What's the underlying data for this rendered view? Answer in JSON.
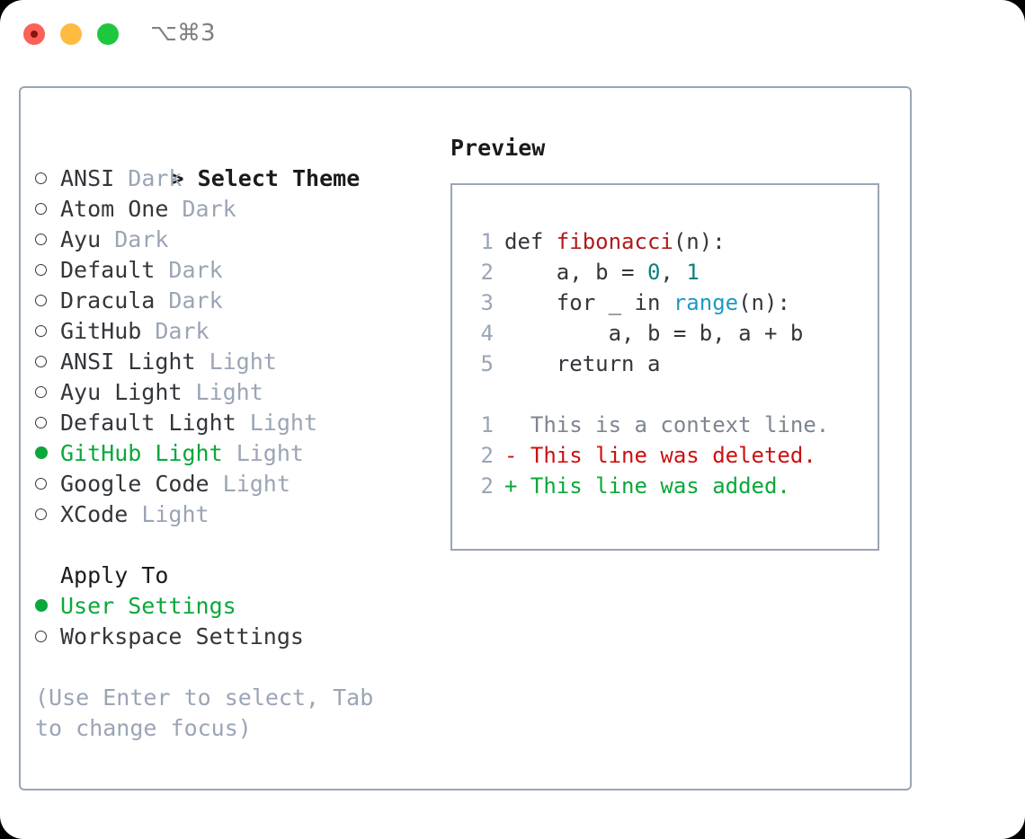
{
  "titlebar": {
    "shortcut": "⌥⌘3",
    "lights": [
      "close-red",
      "minimize-yellow",
      "zoom-green"
    ]
  },
  "theme_selector": {
    "header_prompt": ">",
    "header_label": "Select Theme",
    "items": [
      {
        "marker": "empty",
        "label": "ANSI",
        "variant": "Dark",
        "selected": false
      },
      {
        "marker": "empty",
        "label": "Atom One",
        "variant": "Dark",
        "selected": false
      },
      {
        "marker": "empty",
        "label": "Ayu",
        "variant": "Dark",
        "selected": false
      },
      {
        "marker": "empty",
        "label": "Default",
        "variant": "Dark",
        "selected": false
      },
      {
        "marker": "empty",
        "label": "Dracula",
        "variant": "Dark",
        "selected": false
      },
      {
        "marker": "empty",
        "label": "GitHub",
        "variant": "Dark",
        "selected": false
      },
      {
        "marker": "empty",
        "label": "ANSI Light",
        "variant": "Light",
        "selected": false
      },
      {
        "marker": "empty",
        "label": "Ayu Light",
        "variant": "Light",
        "selected": false
      },
      {
        "marker": "empty",
        "label": "Default Light",
        "variant": "Light",
        "selected": false
      },
      {
        "marker": "full",
        "label": "GitHub Light",
        "variant": "Light",
        "selected": true
      },
      {
        "marker": "empty",
        "label": "Google Code",
        "variant": "Light",
        "selected": false
      },
      {
        "marker": "empty",
        "label": "XCode",
        "variant": "Light",
        "selected": false
      }
    ]
  },
  "apply_to": {
    "title": "Apply To",
    "options": [
      {
        "marker": "full",
        "label": "User Settings",
        "selected": true
      },
      {
        "marker": "empty",
        "label": "Workspace Settings",
        "selected": false
      }
    ]
  },
  "hint": "(Use Enter to select, Tab to change focus)",
  "preview": {
    "title": "Preview",
    "code": [
      {
        "num": "1",
        "tokens": [
          {
            "t": "def ",
            "c": "plain"
          },
          {
            "t": "fibonacci",
            "c": "fn"
          },
          {
            "t": "(n):",
            "c": "plain"
          }
        ]
      },
      {
        "num": "2",
        "tokens": [
          {
            "t": "    a, b = ",
            "c": "plain"
          },
          {
            "t": "0",
            "c": "num"
          },
          {
            "t": ", ",
            "c": "plain"
          },
          {
            "t": "1",
            "c": "num"
          }
        ]
      },
      {
        "num": "3",
        "tokens": [
          {
            "t": "    for _ in ",
            "c": "plain"
          },
          {
            "t": "range",
            "c": "bi"
          },
          {
            "t": "(n):",
            "c": "plain"
          }
        ]
      },
      {
        "num": "4",
        "tokens": [
          {
            "t": "        a, b = b, a + b",
            "c": "plain"
          }
        ]
      },
      {
        "num": "5",
        "tokens": [
          {
            "t": "    return a",
            "c": "plain"
          }
        ]
      }
    ],
    "diff": [
      {
        "num": "1",
        "sign": " ",
        "text": "This is a context line.",
        "kind": "context"
      },
      {
        "num": "2",
        "sign": "-",
        "text": "This line was deleted.",
        "kind": "deleted"
      },
      {
        "num": "2",
        "sign": "+",
        "text": "This line was added.",
        "kind": "added"
      }
    ]
  },
  "colors": {
    "accent_green": "#0aa83a",
    "muted": "#9aa5b5",
    "text": "#33363b",
    "syntax_function": "#b01a1a",
    "syntax_number": "#0d8080",
    "syntax_builtin": "#1a9ac4",
    "diff_deleted": "#cc1111",
    "diff_added": "#0aa83a",
    "border": "#9aa5b5"
  }
}
